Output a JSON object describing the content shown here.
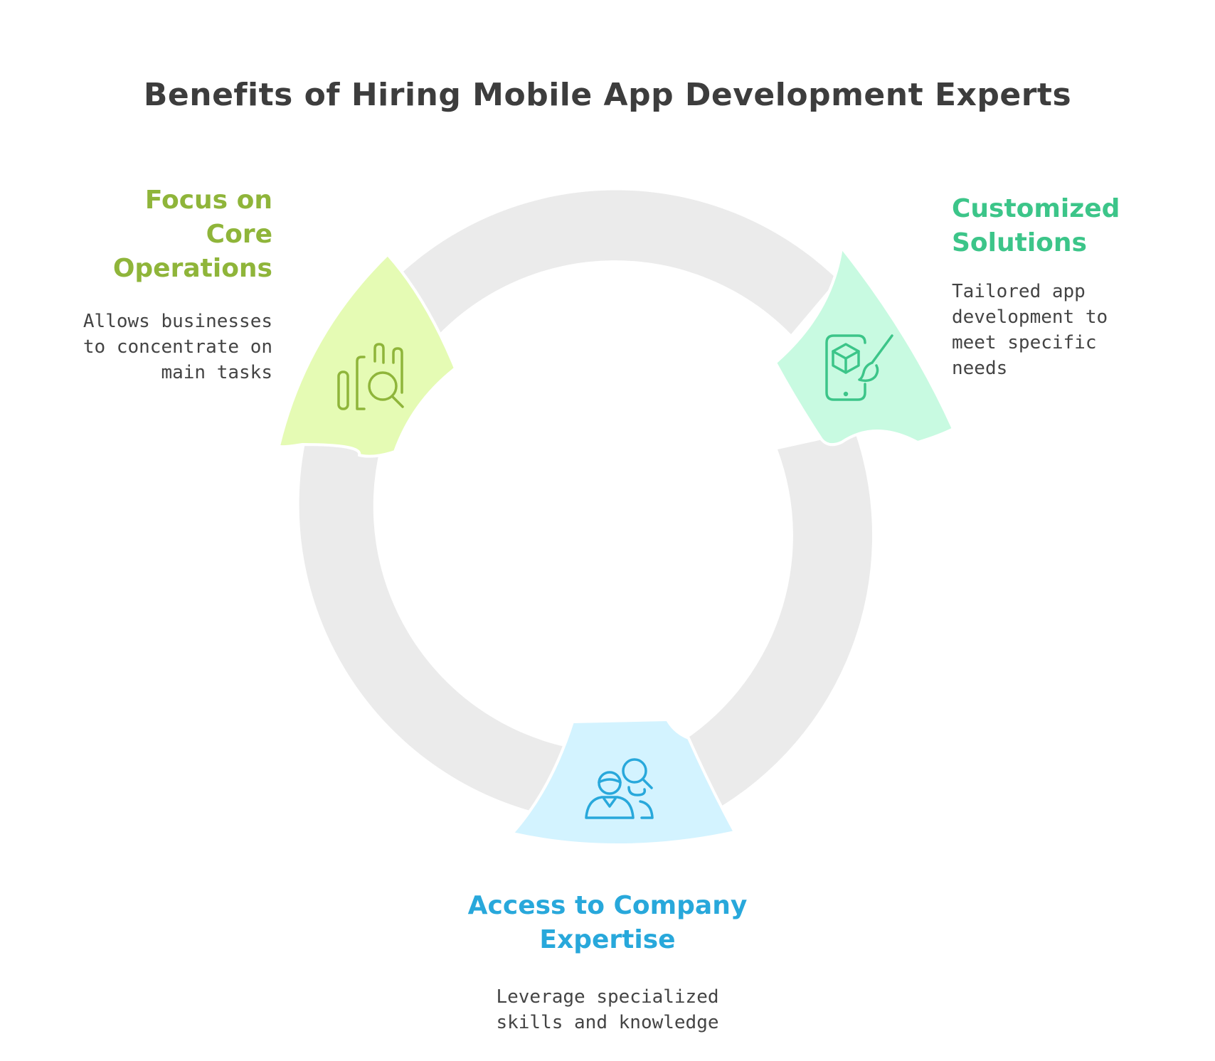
{
  "title": "Benefits of Hiring Mobile App Development Experts",
  "colors": {
    "ring": "#ebebeb",
    "green_fill": "#e5fbb4",
    "green_stroke": "#8fb53a",
    "teal_fill": "#c8fae1",
    "teal_stroke": "#3cc589",
    "blue_fill": "#d3f3ff",
    "blue_stroke": "#28a8db",
    "text_dark": "#3d3d3d",
    "text_body": "#444444"
  },
  "stages": [
    {
      "id": "focus",
      "heading_lines": [
        "Focus on",
        "Core",
        "Operations"
      ],
      "description_lines": [
        "Allows businesses",
        "to concentrate on",
        "main tasks"
      ],
      "icon": "bar-chart-search-icon",
      "color": "#8fb53a"
    },
    {
      "id": "customized",
      "heading_lines": [
        "Customized",
        "Solutions"
      ],
      "description_lines": [
        "Tailored app",
        "development to",
        "meet specific",
        "needs"
      ],
      "icon": "mobile-design-icon",
      "color": "#3cc589"
    },
    {
      "id": "expertise",
      "heading_lines": [
        "Access to Company",
        "Expertise"
      ],
      "description_lines": [
        "Leverage specialized",
        "skills and knowledge"
      ],
      "icon": "people-search-icon",
      "color": "#28a8db"
    }
  ]
}
